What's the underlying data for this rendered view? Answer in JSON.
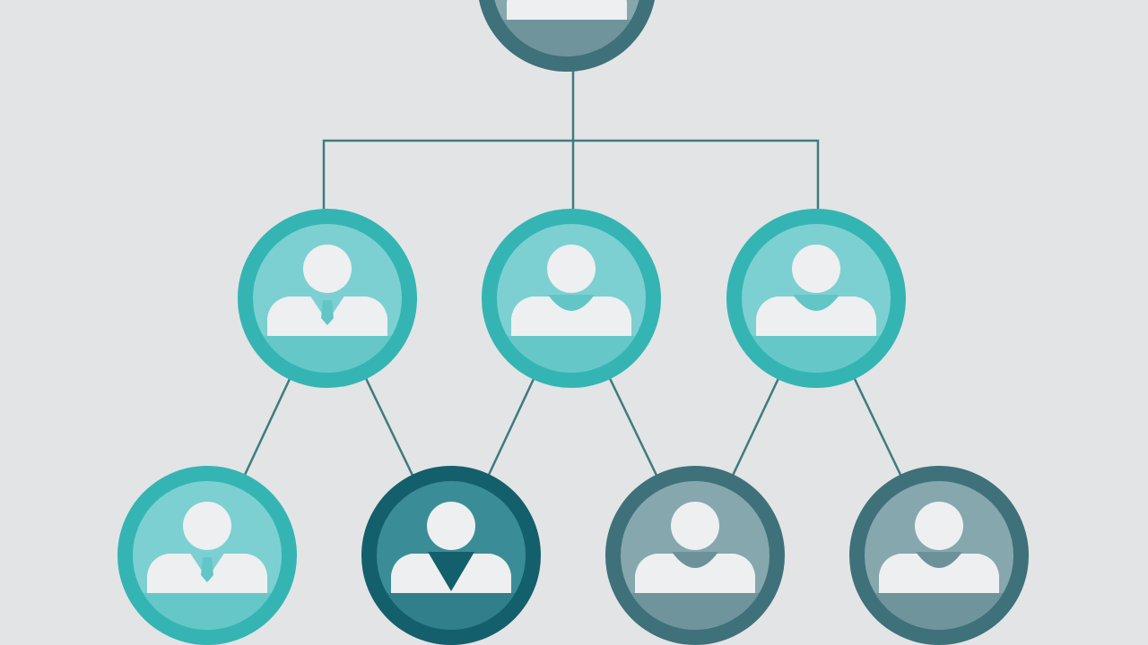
{
  "palette": {
    "background": "#e3e4e5",
    "connector": "#3f7b80",
    "figure": "#edeff0"
  },
  "nodes": [
    {
      "id": "top",
      "level": 0,
      "style": "slate",
      "figure": "plain"
    },
    {
      "id": "m1",
      "level": 1,
      "style": "teal",
      "figure": "suit"
    },
    {
      "id": "m2",
      "level": 1,
      "style": "teal",
      "figure": "plain"
    },
    {
      "id": "m3",
      "level": 1,
      "style": "teal",
      "figure": "plain"
    },
    {
      "id": "b1",
      "level": 2,
      "style": "teal",
      "figure": "suit"
    },
    {
      "id": "b2",
      "level": 2,
      "style": "deep",
      "figure": "vneck"
    },
    {
      "id": "b3",
      "level": 2,
      "style": "slate",
      "figure": "plain"
    },
    {
      "id": "b4",
      "level": 2,
      "style": "slate",
      "figure": "plain"
    }
  ],
  "styles": {
    "teal": {
      "ring": "#34b5b4",
      "fill": "#7dd0d1",
      "accent": "#62c6c7"
    },
    "deep": {
      "ring": "#145f6c",
      "fill": "#3a8d96",
      "accent": "#2f7d88"
    },
    "slate": {
      "ring": "#3f717a",
      "fill": "#86a7ae",
      "accent": "#6c9199"
    }
  },
  "connections": [
    {
      "from": "top",
      "to": "m1"
    },
    {
      "from": "top",
      "to": "m2"
    },
    {
      "from": "top",
      "to": "m3"
    },
    {
      "from": "m1",
      "to": "b1"
    },
    {
      "from": "m1",
      "to": "b2"
    },
    {
      "from": "m2",
      "to": "b2"
    },
    {
      "from": "m2",
      "to": "b3"
    },
    {
      "from": "m3",
      "to": "b3"
    },
    {
      "from": "m3",
      "to": "b4"
    }
  ]
}
